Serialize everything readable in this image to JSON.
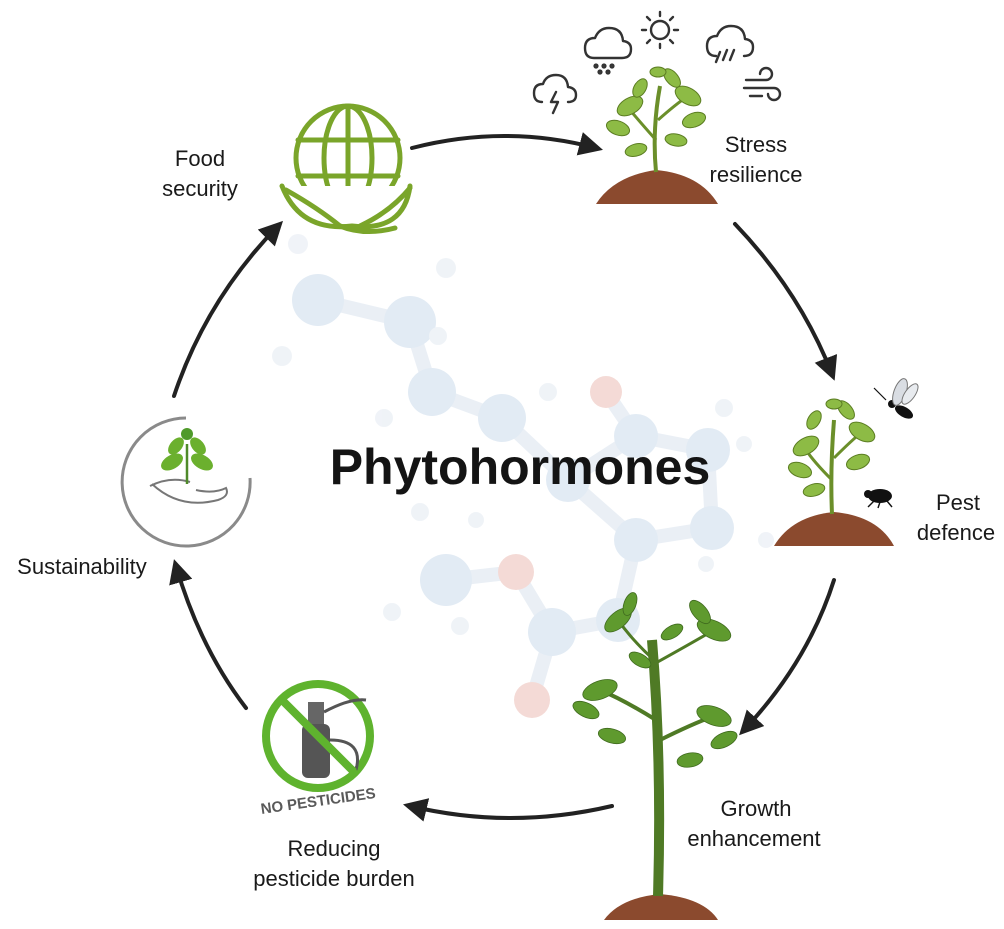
{
  "title": "Phytohormones",
  "nodes": {
    "food_security": {
      "line1": "Food",
      "line2": "security"
    },
    "stress_resilience": {
      "line1": "Stress",
      "line2": "resilience"
    },
    "pest_defence": {
      "line1": "Pest",
      "line2": "defence"
    },
    "growth_enhancement": {
      "line1": "Growth",
      "line2": "enhancement"
    },
    "reducing_pesticide": {
      "line1": "Reducing",
      "line2": "pesticide burden"
    },
    "sustainability": {
      "line1": "Sustainability"
    }
  },
  "stamp_text": "NO PESTICIDES",
  "colors": {
    "arrow": "#222222",
    "green": "#7aa52a",
    "leaf": "#8dbb45",
    "soil": "#8b4a2e",
    "no_sign": "#5fb32e",
    "molecule_blue": "#dbe8f4",
    "molecule_red": "#f2c9c3"
  },
  "icons": [
    "globe-leaf-icon",
    "weather-icons",
    "tomato-plant-icon",
    "wasp-icon",
    "beetle-icon",
    "tree-icon",
    "no-pesticide-icon",
    "hand-sprout-icon",
    "molecule-background"
  ]
}
